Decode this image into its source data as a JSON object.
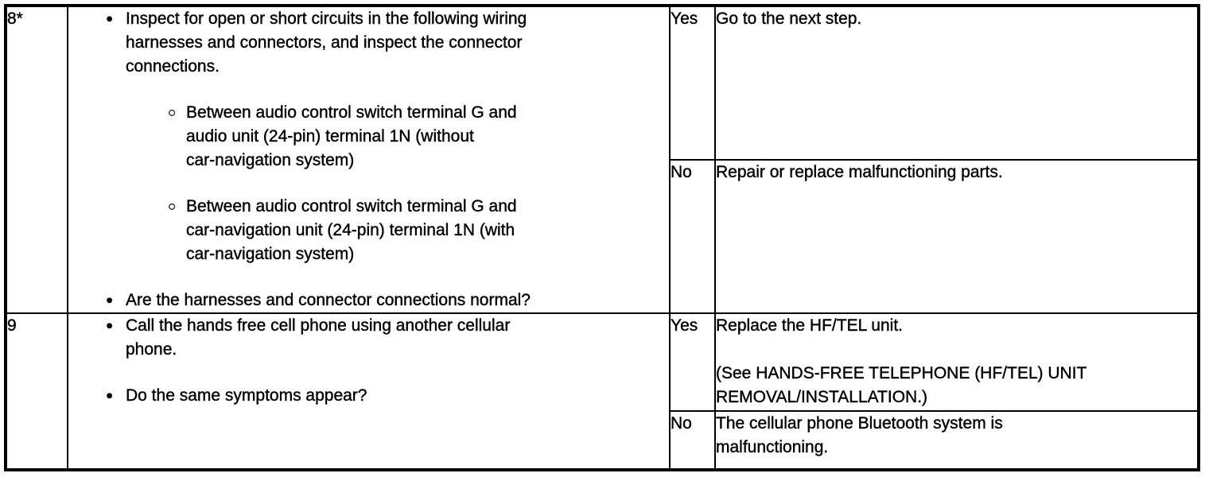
{
  "icons": {
    "bullet_filled": "●",
    "bullet_open": "○"
  },
  "colors": {
    "border": "#000000",
    "background": "#ffffff",
    "text": "#000000"
  },
  "table": {
    "rows": [
      {
        "step": "8*",
        "items": [
          {
            "type": "bullet",
            "text": "Inspect for open or short circuits in the following wiring\nharnesses and connectors, and inspect the connector\nconnections."
          },
          {
            "type": "sub-bullet",
            "text": "Between audio control switch terminal G and\naudio unit (24-pin) terminal 1N (without\ncar-navigation system)"
          },
          {
            "type": "sub-bullet",
            "text": "Between audio control switch terminal G and\ncar-navigation unit (24-pin) terminal 1N (with\ncar-navigation system)"
          },
          {
            "type": "bullet",
            "text": "Are the harnesses and connector connections normal?"
          }
        ],
        "results": [
          {
            "answer": "Yes",
            "action": "Go to the next step."
          },
          {
            "answer": "No",
            "action": "Repair or replace malfunctioning parts."
          }
        ]
      },
      {
        "step": "9",
        "items": [
          {
            "type": "bullet",
            "text": "Call the hands free cell phone using another cellular\nphone."
          },
          {
            "type": "bullet",
            "text": "Do the same symptoms appear?"
          }
        ],
        "results": [
          {
            "answer": "Yes",
            "action": "Replace the HF/TEL unit.\n\n(See HANDS-FREE TELEPHONE (HF/TEL) UNIT\nREMOVAL/INSTALLATION.)"
          },
          {
            "answer": "No",
            "action": "The cellular phone Bluetooth system is\nmalfunctioning."
          }
        ]
      }
    ]
  }
}
